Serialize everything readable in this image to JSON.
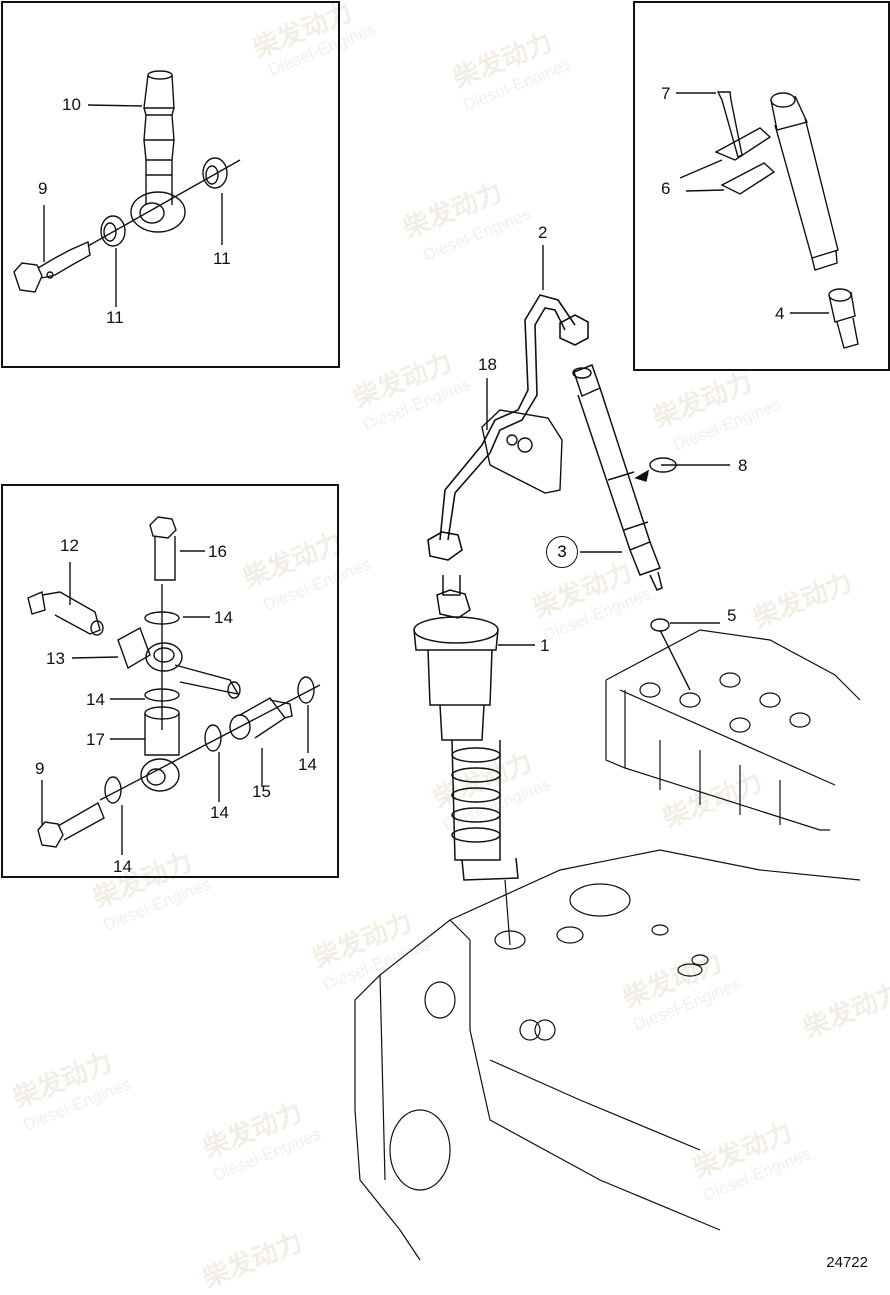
{
  "diagram": {
    "type": "exploded-parts-view",
    "subject": "Fuel injection pump, delivery pipe and injector",
    "figure_number": "24722",
    "watermark": {
      "cn": "柴发动力",
      "en": "Diesel-Engines"
    },
    "insets": [
      {
        "name": "top-left",
        "labels": [
          "10",
          "9",
          "11",
          "11"
        ]
      },
      {
        "name": "top-right",
        "labels": [
          "7",
          "6",
          "4"
        ]
      },
      {
        "name": "middle-left",
        "labels": [
          "12",
          "16",
          "14",
          "13",
          "14",
          "17",
          "9",
          "14",
          "15",
          "14",
          "14"
        ]
      }
    ],
    "callouts": [
      {
        "id": "1",
        "text": "1"
      },
      {
        "id": "2",
        "text": "2"
      },
      {
        "id": "3",
        "text": "3",
        "circled": true
      },
      {
        "id": "4",
        "text": "4"
      },
      {
        "id": "5",
        "text": "5"
      },
      {
        "id": "6",
        "text": "6"
      },
      {
        "id": "7",
        "text": "7"
      },
      {
        "id": "8",
        "text": "8"
      },
      {
        "id": "9a",
        "text": "9"
      },
      {
        "id": "9b",
        "text": "9"
      },
      {
        "id": "10",
        "text": "10"
      },
      {
        "id": "11a",
        "text": "11"
      },
      {
        "id": "11b",
        "text": "11"
      },
      {
        "id": "12",
        "text": "12"
      },
      {
        "id": "13",
        "text": "13"
      },
      {
        "id": "14a",
        "text": "14"
      },
      {
        "id": "14b",
        "text": "14"
      },
      {
        "id": "14c",
        "text": "14"
      },
      {
        "id": "14d",
        "text": "14"
      },
      {
        "id": "14e",
        "text": "14"
      },
      {
        "id": "15",
        "text": "15"
      },
      {
        "id": "16",
        "text": "16"
      },
      {
        "id": "17",
        "text": "17"
      },
      {
        "id": "18",
        "text": "18"
      }
    ]
  },
  "labels": {
    "l1": "1",
    "l2": "2",
    "l3": "3",
    "l4": "4",
    "l5": "5",
    "l6": "6",
    "l7": "7",
    "l8": "8",
    "l9a": "9",
    "l9b": "9",
    "l10": "10",
    "l11a": "11",
    "l11b": "11",
    "l12": "12",
    "l13": "13",
    "l14a": "14",
    "l14b": "14",
    "l14c": "14",
    "l14d": "14",
    "l14e": "14",
    "l15": "15",
    "l16": "16",
    "l17": "17",
    "l18": "18"
  }
}
